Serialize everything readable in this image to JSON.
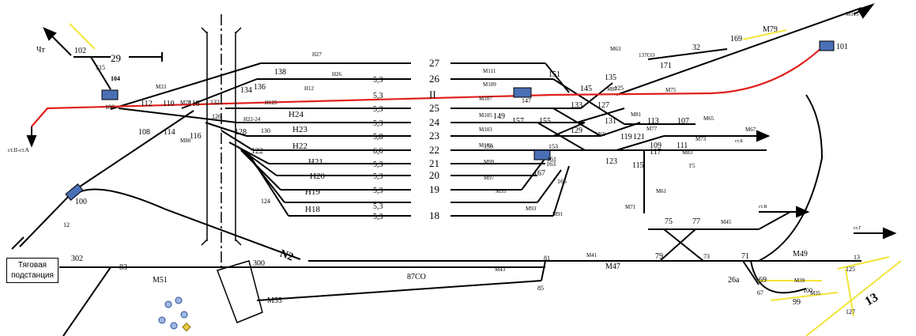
{
  "substation": {
    "line1": "Тяговая",
    "line2": "подстанция"
  },
  "colors": {
    "main_route": "#e0201c",
    "aux": "#f2e43a",
    "switch_block": "#4a6fb5",
    "track": "#000000"
  },
  "track_numbers": [
    {
      "num": "27",
      "speed": ""
    },
    {
      "num": "26",
      "speed": "5,3"
    },
    {
      "num": "II",
      "speed": "5,3"
    },
    {
      "num": "25",
      "speed": "5,3"
    },
    {
      "num": "24",
      "speed": "5,3"
    },
    {
      "num": "23",
      "speed": "5,8"
    },
    {
      "num": "22",
      "speed": "6,6"
    },
    {
      "num": "21",
      "speed": "5,3"
    },
    {
      "num": "20",
      "speed": "5,3"
    },
    {
      "num": "19",
      "speed": "5,3"
    },
    {
      "num": "18",
      "speed": "5,3"
    }
  ],
  "track_extra_speed": "5,3",
  "holding_signals": [
    "H27",
    "H26",
    "H12",
    "H125",
    "H24",
    "H23",
    "H22",
    "H21",
    "H20",
    "H19",
    "H18",
    "H22-24"
  ],
  "switches_left": [
    "102",
    "515",
    "29",
    "104",
    "106",
    "112",
    "110",
    "118",
    "134",
    "136",
    "138",
    "108",
    "114",
    "116",
    "132",
    "126",
    "128",
    "122",
    "124",
    "130",
    "100",
    "83",
    "302",
    "300"
  ],
  "switches_right": [
    "151",
    "145",
    "147",
    "135",
    "133",
    "127",
    "131",
    "125",
    "149",
    "157",
    "155",
    "129",
    "113",
    "107",
    "121",
    "119",
    "117",
    "109",
    "111",
    "159",
    "153",
    "163",
    "161",
    "167",
    "165",
    "123",
    "115",
    "75",
    "77",
    "79",
    "73",
    "81",
    "85",
    "71",
    "69",
    "67",
    "100",
    "99",
    "101",
    "169",
    "171",
    "32",
    "125",
    "127",
    "13",
    "26a"
  ],
  "shunt_signals": [
    "M111",
    "M109",
    "M107",
    "M105",
    "M103",
    "M101",
    "M99",
    "M97",
    "M95",
    "M93",
    "M91",
    "M87",
    "M75",
    "M81",
    "M77",
    "M65",
    "M69",
    "M83",
    "M73",
    "M67",
    "M63",
    "M79",
    "M115",
    "M61",
    "M71",
    "M45",
    "M41",
    "M47",
    "M43",
    "M51",
    "M55",
    "M49",
    "M39",
    "M35",
    "M33",
    "M78",
    "M80",
    "M82"
  ],
  "labels": {
    "chi": "Чт",
    "co137": "137CO",
    "co87": "87CO",
    "g5": "Г5",
    "n2": "N2",
    "exit_a": "ст.II-ст.А",
    "exit_b": "ст.Б",
    "exit_c": "ст.В",
    "exit_d": "ст.Г",
    "line13": "13",
    "sig_12": "12"
  }
}
